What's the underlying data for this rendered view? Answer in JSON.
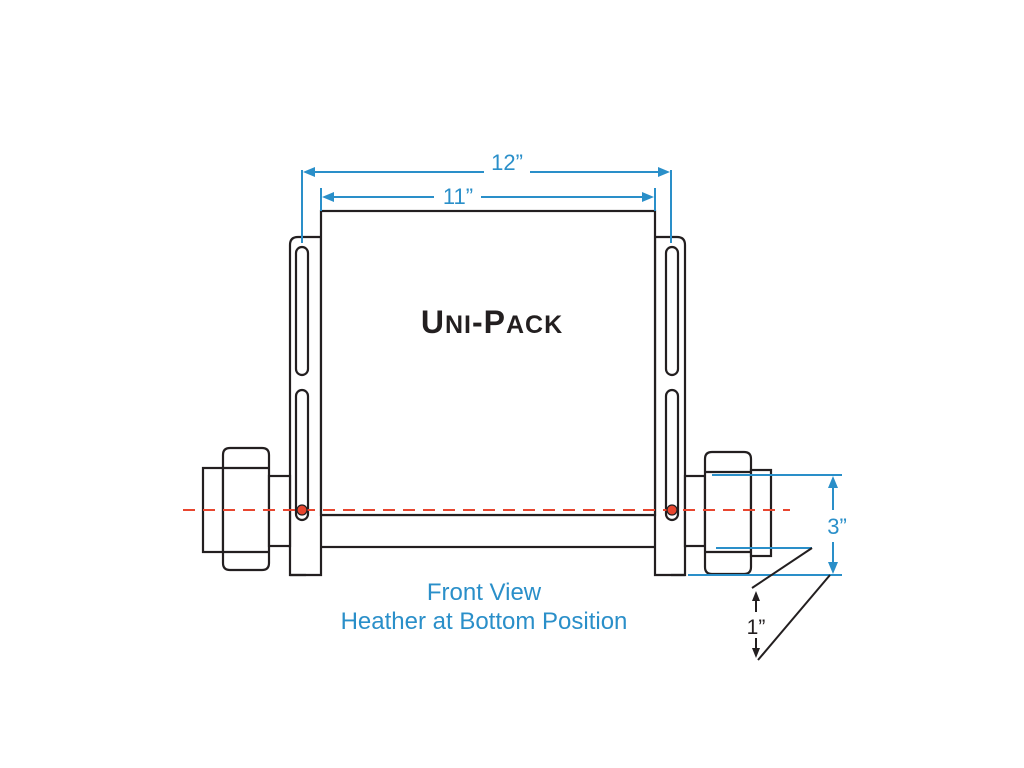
{
  "product": {
    "title_main_1": "U",
    "title_small_1": "NI",
    "title_dash": "-",
    "title_main_2": "P",
    "title_small_2": "ACK"
  },
  "dimensions": {
    "overall_width": "12”",
    "box_width": "11”",
    "union_height": "3”",
    "heater_offset": "1”"
  },
  "caption": {
    "line1": "Front View",
    "line2": "Heather at Bottom Position"
  },
  "colors": {
    "dimension": "#2a8fc9",
    "outline": "#231f20",
    "heater": "#e8462f"
  }
}
